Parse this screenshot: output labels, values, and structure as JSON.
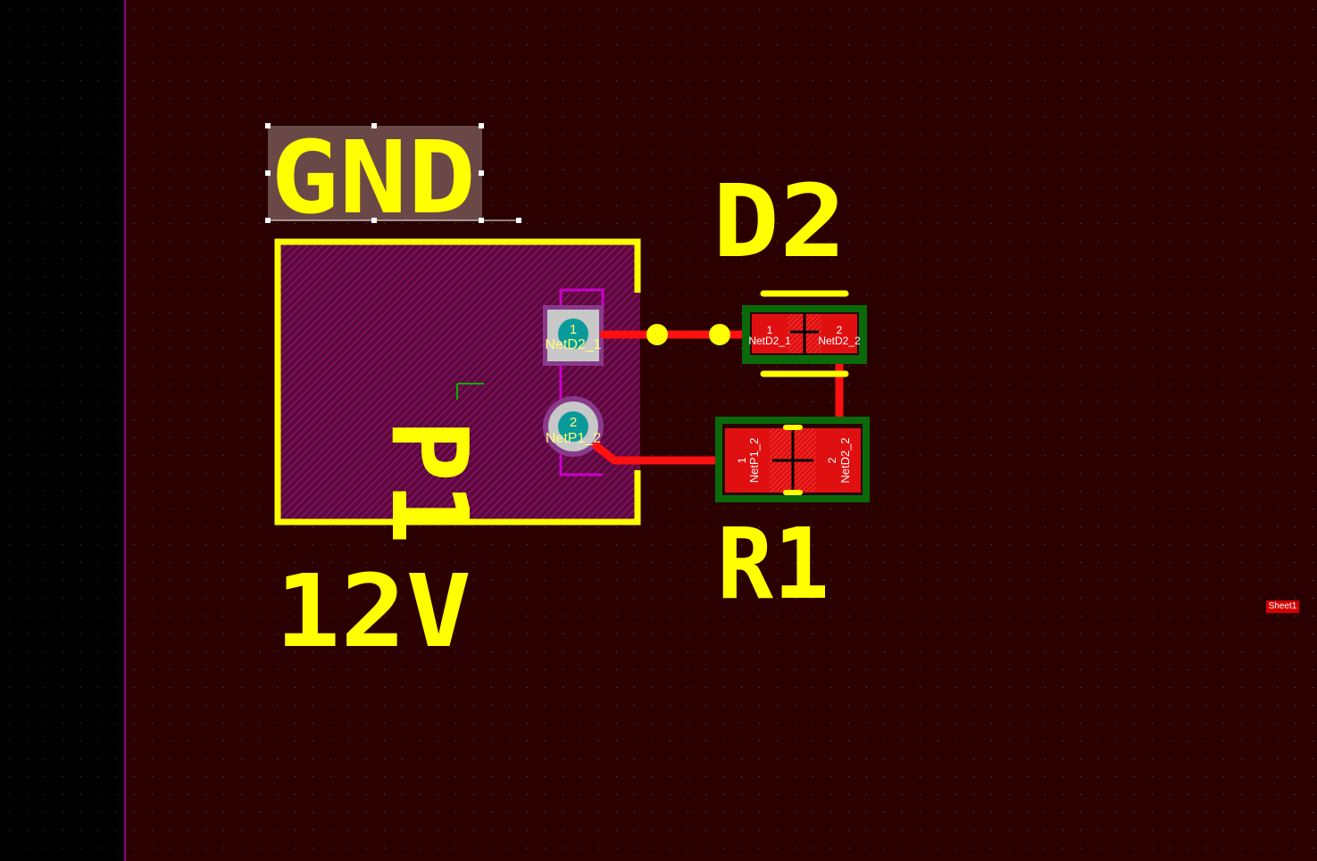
{
  "colors": {
    "canvas_outside": "#000000",
    "board": "#2a0000",
    "board_edge": "#b000b0",
    "silkscreen": "#ffff00",
    "copper_top": "#ff1010",
    "pad_center": "#0a9a9a",
    "soldermask": "#0a6a0a",
    "keepout_outline": "#cc00cc",
    "selection": "#ffffff",
    "sheet_tag": "#d40000"
  },
  "silkscreen_labels": {
    "gnd": "GND",
    "p1": "P1",
    "d2": "D2",
    "r1": "R1",
    "v12": "12V"
  },
  "components": {
    "p1": {
      "designator": "P1",
      "pads": [
        {
          "number": "1",
          "net": "NetD2_1",
          "shape": "square"
        },
        {
          "number": "2",
          "net": "NetP1_2",
          "shape": "round"
        }
      ]
    },
    "d2": {
      "designator": "D2",
      "pads": [
        {
          "number": "1",
          "net": "NetD2_1"
        },
        {
          "number": "2",
          "net": "NetD2_2"
        }
      ]
    },
    "r1": {
      "designator": "R1",
      "pads": [
        {
          "number": "1",
          "net": "NetP1_2"
        },
        {
          "number": "2",
          "net": "NetD2_2"
        }
      ]
    }
  },
  "sheet_tag": "Sheet1",
  "selection": {
    "selected_object": "GND"
  }
}
